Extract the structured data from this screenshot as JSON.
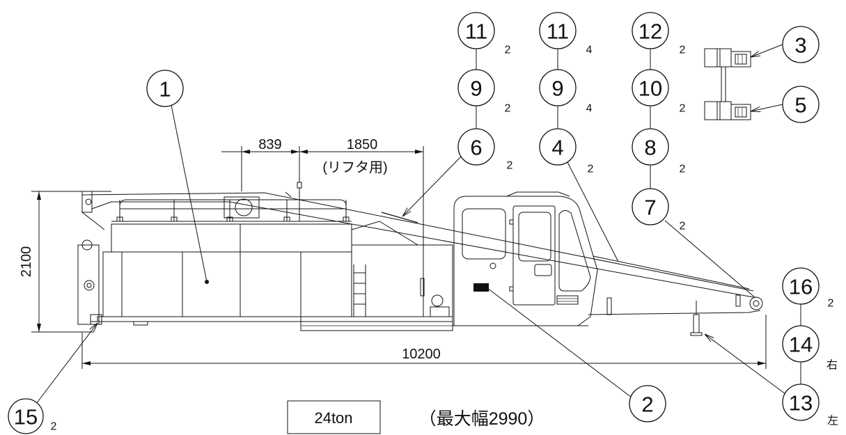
{
  "colors": {
    "ink": "#111111",
    "paper": "#ffffff"
  },
  "balloons": [
    {
      "num": "1"
    },
    {
      "num": "11",
      "qty": "2"
    },
    {
      "num": "9",
      "qty": "2"
    },
    {
      "num": "6",
      "qty": "2"
    },
    {
      "num": "11",
      "qty": "4"
    },
    {
      "num": "9",
      "qty": "4"
    },
    {
      "num": "4",
      "qty": "2"
    },
    {
      "num": "12",
      "qty": "2"
    },
    {
      "num": "10",
      "qty": "2"
    },
    {
      "num": "8",
      "qty": "2"
    },
    {
      "num": "7",
      "qty": "2"
    },
    {
      "num": "3"
    },
    {
      "num": "5"
    },
    {
      "num": "16",
      "qty": "2"
    },
    {
      "num": "14",
      "qty": "右"
    },
    {
      "num": "13",
      "qty": "左"
    },
    {
      "num": "15",
      "qty": "2"
    },
    {
      "num": "2"
    }
  ],
  "dimensions": {
    "upper_span_1": "839",
    "upper_span_2": "1850",
    "upper_span_2_note": "(リフタ用)",
    "overall_height": "2100",
    "overall_length": "10200"
  },
  "weight_box": "24ton",
  "max_width_note": "（最大幅2990）"
}
